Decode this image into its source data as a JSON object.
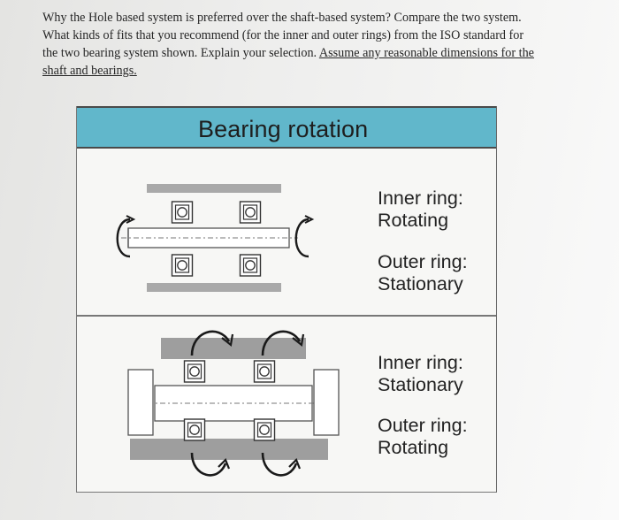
{
  "question": {
    "line1": "Why the Hole based system is preferred over the shaft-based system? Compare the two system.",
    "line2": "What kinds of fits that you recommend (for the inner and outer rings) from the ISO standard for",
    "line3_plain": "the two bearing system shown. Explain your selection. ",
    "line3_underlined": "Assume any reasonable dimensions for the",
    "line4_underlined": "shaft and bearings."
  },
  "figure": {
    "title": "Bearing rotation",
    "case1": {
      "inner_label": "Inner ring:",
      "inner_state": "Rotating",
      "outer_label": "Outer ring:",
      "outer_state": "Stationary"
    },
    "case2": {
      "inner_label": "Inner ring:",
      "inner_state": "Stationary",
      "outer_label": "Outer ring:",
      "outer_state": "Rotating"
    }
  }
}
